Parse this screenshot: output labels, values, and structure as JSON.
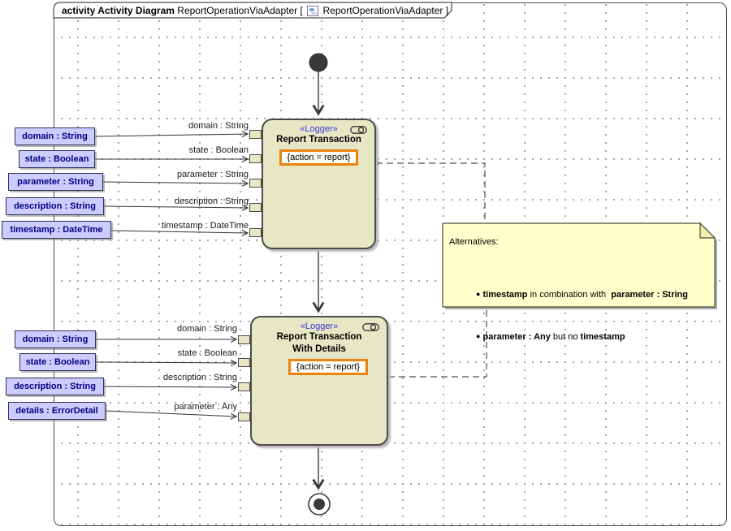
{
  "diagram_frame": {
    "title_bold": "activity Activity Diagram",
    "title_mid": " ReportOperationViaAdapter [ ",
    "title_end": " ReportOperationViaAdapter ]"
  },
  "parameters_top": [
    "domain : String",
    "state : Boolean",
    "parameter : String",
    "description : String",
    "timestamp : DateTime"
  ],
  "parameters_bottom": [
    "domain : String",
    "state : Boolean",
    "description : String",
    "details : ErrorDetail"
  ],
  "actions": [
    {
      "stereotype": "«Logger»",
      "name_line1": "Report Transaction",
      "name_line2": "",
      "constraint": "{action = report}",
      "pin_labels": [
        "domain : String",
        "state : Boolean",
        "parameter : String",
        "description : String",
        "timestamp : DateTime"
      ]
    },
    {
      "stereotype": "«Logger»",
      "name_line1": "Report Transaction",
      "name_line2": "With Details",
      "constraint": "{action = report}",
      "pin_labels": [
        "domain : String",
        "state : Boolean",
        "description : String",
        "parameter : Any"
      ]
    }
  ],
  "note": {
    "title": "Alternatives:",
    "bullet1_bold1": "timestamp",
    "bullet1_mid": " in combination with  ",
    "bullet1_bold2": "parameter : String",
    "bullet2_bold1": "parameter : Any",
    "bullet2_mid": " but no ",
    "bullet2_bold2": "timestamp"
  },
  "colors": {
    "action_fill": "#e7e7c5",
    "parameter_fill": "#ccccff",
    "parameter_text": "#000080",
    "stereotype_text": "#3939d6",
    "constraint_border": "#e8830f",
    "note_fill": "#ffffcc",
    "edge": "#3a3a3a"
  }
}
